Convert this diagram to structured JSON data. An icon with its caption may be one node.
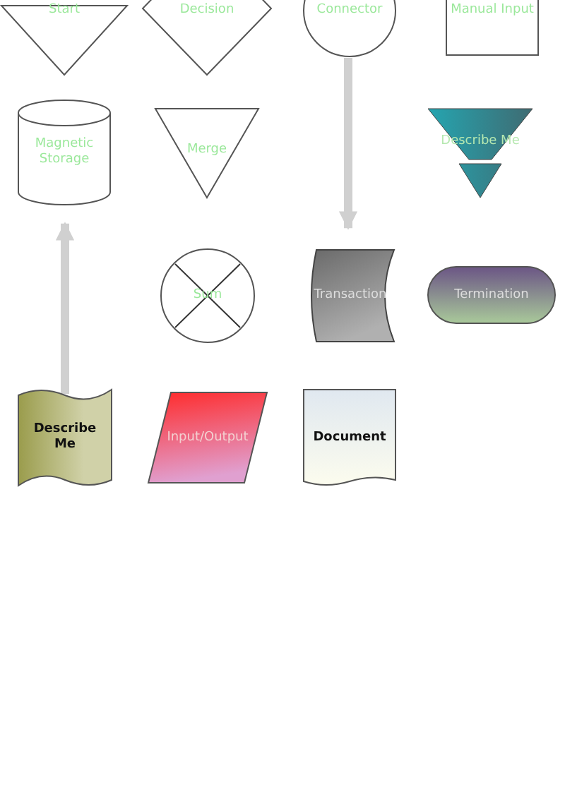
{
  "diagram": {
    "nodes": [
      {
        "text": [
          "Start"
        ]
      },
      {
        "text": [
          "Decision"
        ]
      },
      {
        "text": [
          "Connector"
        ]
      },
      {
        "text": [
          "Manual Input"
        ]
      },
      {
        "text": [
          "Magnetic Storage"
        ]
      },
      {
        "text": [
          "Merge"
        ]
      },
      {
        "text": [
          "Describe Me"
        ]
      },
      {
        "text": [
          "Sum"
        ]
      },
      {
        "text": [
          "Transaction"
        ]
      },
      {
        "text": [
          "Termination"
        ]
      },
      {
        "text": [
          "Describe Me"
        ]
      },
      {
        "text": [
          "Input/Output"
        ]
      },
      {
        "text": [
          "Document"
        ]
      }
    ],
    "edges": [
      {
        "from": 2,
        "to": 8,
        "arrow": "to"
      },
      {
        "from": 10,
        "to": 4,
        "arrow": "to"
      }
    ]
  }
}
